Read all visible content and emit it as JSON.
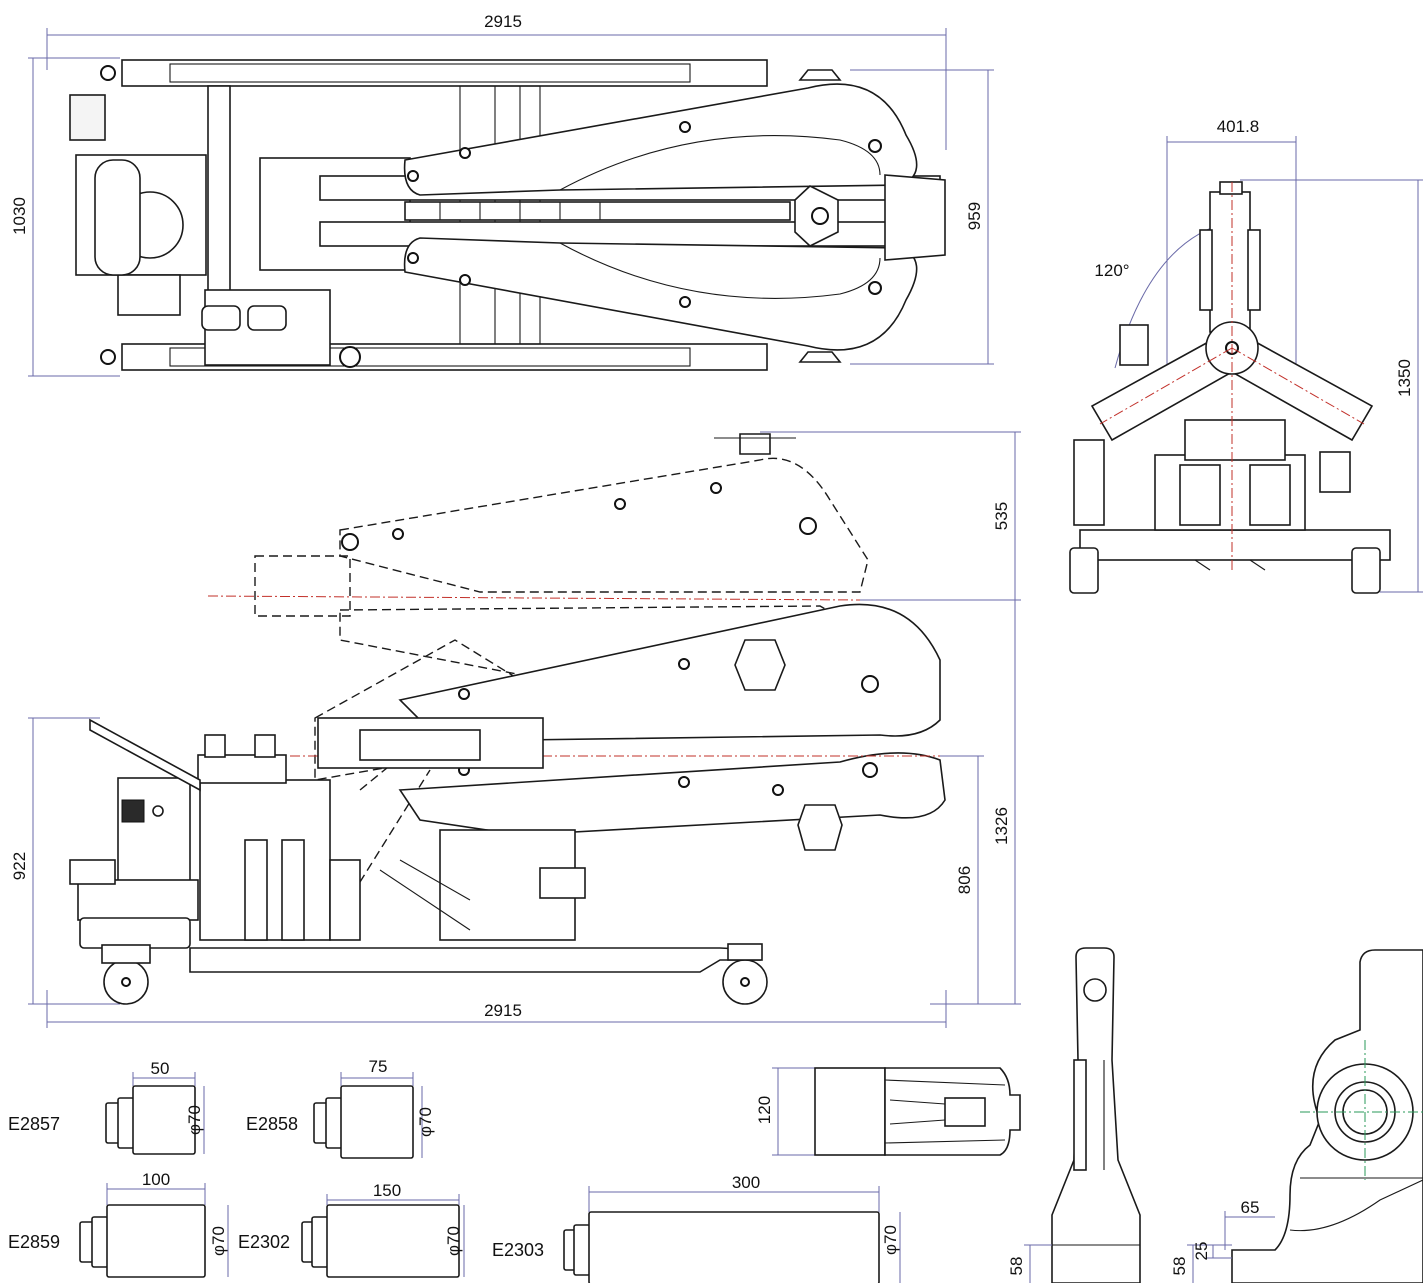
{
  "dimensions": {
    "top_length": "2915",
    "top_width": "1030",
    "top_arm_width": "959",
    "front_width": "401.8",
    "front_angle": "120°",
    "front_height": "1350",
    "side_upper": "535",
    "side_total": "1326",
    "side_frame_height": "806",
    "side_base_height": "922",
    "side_length": "2915",
    "tip_width": "120",
    "shoe_height_a": "58",
    "shoe_height_b": "58",
    "shoe_step": "25",
    "shoe_width": "65"
  },
  "extensions": [
    {
      "code": "E2857",
      "length": "50",
      "diameter": "φ70"
    },
    {
      "code": "E2858",
      "length": "75",
      "diameter": "φ70"
    },
    {
      "code": "E2859",
      "length": "100",
      "diameter": "φ70"
    },
    {
      "code": "E2302",
      "length": "150",
      "diameter": "φ70"
    },
    {
      "code": "E2303",
      "length": "300",
      "diameter": "φ70"
    }
  ],
  "colors": {
    "dimension_line": "#6a6aa8",
    "center_line": "#c2302a",
    "center_line_alt": "#2a9a5a",
    "outline": "#1a1a1a"
  }
}
